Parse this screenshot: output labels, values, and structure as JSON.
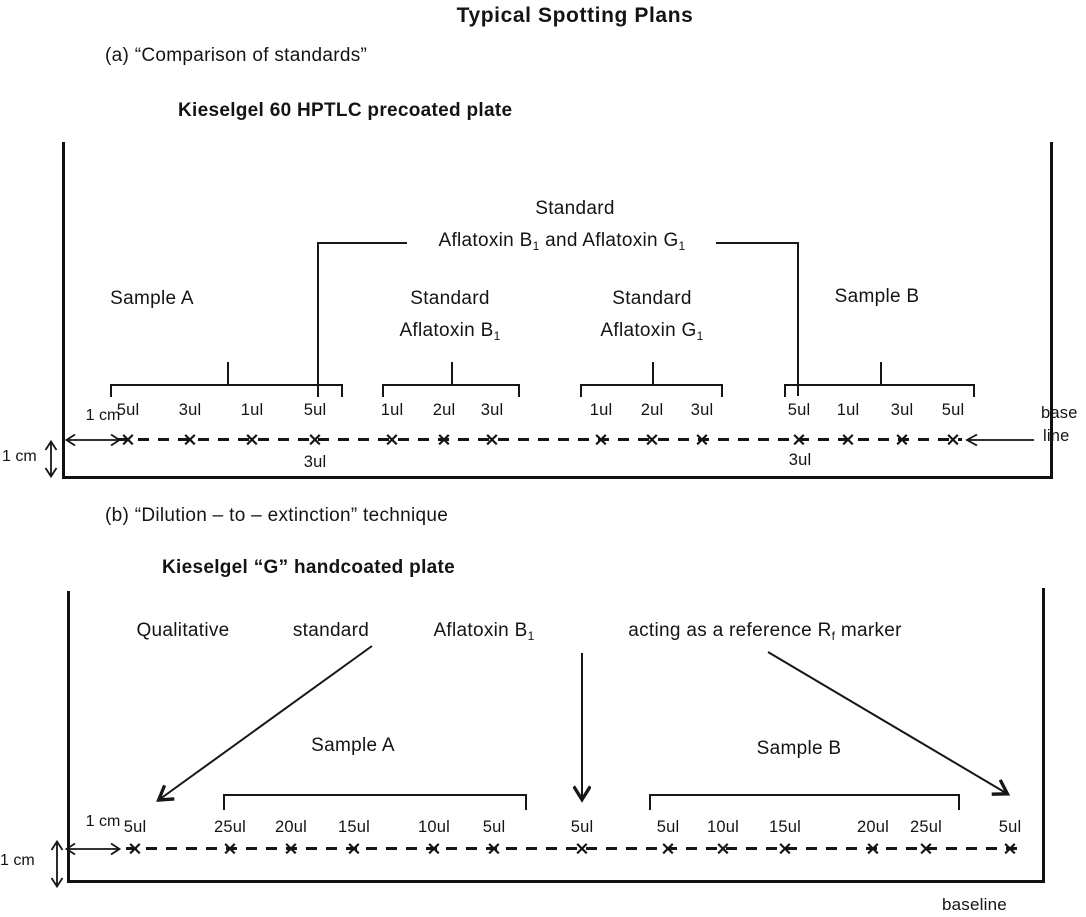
{
  "title": "Typical Spotting Plans",
  "spot_mark": "×",
  "a": {
    "heading": "(a)  “Comparison of standards”",
    "plate": "Kieselgel 60 HPTLC precoated plate",
    "std_title": "Standard",
    "mix": {
      "p1": "Aflatoxin B",
      "s1": "1",
      "p2": " and Aflatoxin G",
      "s2": "1"
    },
    "sample_a": {
      "label": "Sample A",
      "spots": [
        "5ul",
        "3ul",
        "1ul",
        "5ul"
      ]
    },
    "std_b1": {
      "label1": "Standard",
      "base": "Aflatoxin B",
      "sub": "1",
      "spots": [
        "1ul",
        "2ul",
        "3ul"
      ]
    },
    "std_g1": {
      "label1": "Standard",
      "base": "Aflatoxin G",
      "sub": "1",
      "spots": [
        "1ul",
        "2ul",
        "3ul"
      ]
    },
    "sample_b": {
      "label": "Sample B",
      "spots": [
        "5ul",
        "1ul",
        "3ul",
        "5ul"
      ]
    },
    "costd_left": "3ul",
    "costd_right": "3ul",
    "margin_h": "1 cm",
    "margin_v": "1 cm",
    "baseline_l1": "base",
    "baseline_l2": "line"
  },
  "b": {
    "heading": "(b)  “Dilution – to – extinction” technique",
    "plate": "Kieselgel “G” handcoated plate",
    "ann": {
      "qualitative": "Qualitative",
      "standard": "standard",
      "afla_base": "Aflatoxin B",
      "afla_sub": "1",
      "ref_p1": "acting as a reference R",
      "ref_sub": "f",
      "ref_p2": " marker"
    },
    "qual_spot": "5ul",
    "sample_a": {
      "label": "Sample A",
      "spots": [
        "25ul",
        "20ul",
        "15ul",
        "10ul",
        "5ul"
      ]
    },
    "mid_spot": "5ul",
    "sample_b": {
      "label": "Sample B",
      "spots": [
        "5ul",
        "10ul",
        "15ul",
        "20ul",
        "25ul"
      ]
    },
    "right_spot": "5ul",
    "margin_h": "1 cm",
    "margin_v": "1 cm",
    "baseline": "baseline"
  }
}
